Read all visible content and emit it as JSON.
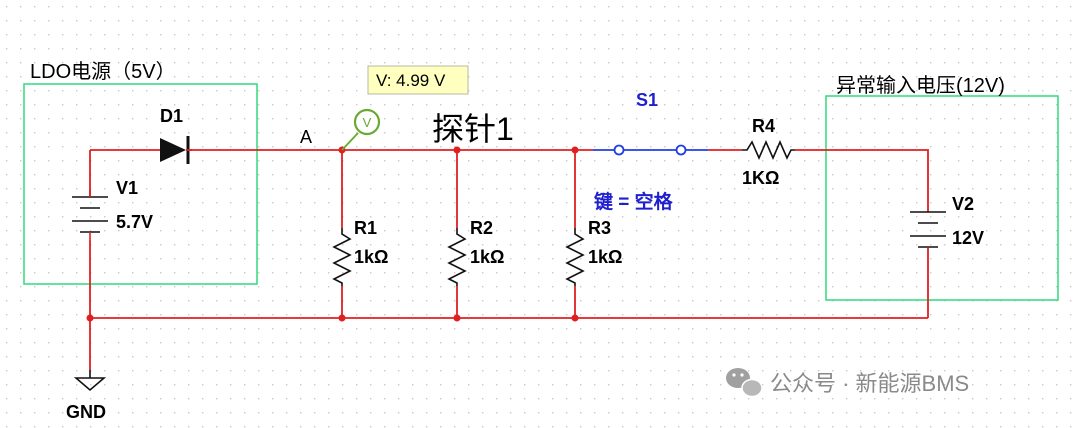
{
  "boxes": {
    "ldo_title": "LDO电源（5V）",
    "abnormal_title": "异常输入电压(12V)"
  },
  "components": {
    "d1": "D1",
    "v1": "V1",
    "v1_value": "5.7V",
    "v2": "V2",
    "v2_value": "12V",
    "r1": "R1",
    "r1_value": "1kΩ",
    "r2": "R2",
    "r2_value": "1kΩ",
    "r3": "R3",
    "r3_value": "1kΩ",
    "r4": "R4",
    "r4_value": "1KΩ",
    "s1": "S1",
    "s1_key": "键 = 空格",
    "gnd": "GND"
  },
  "nodes": {
    "a": "A",
    "probe_name": "探针1",
    "probe_symbol": "V",
    "probe_reading": "V: 4.99 V"
  },
  "watermark": {
    "text": "公众号 · 新能源BMS"
  },
  "colors": {
    "wire": "#e02020",
    "switch_wire": "#1f3fe0",
    "box": "#3ddc84",
    "probe_ring": "#6aa832",
    "probe_bg": "#ffffc0",
    "junction": "#e02020",
    "grid_dot": "#c8c8c8"
  }
}
